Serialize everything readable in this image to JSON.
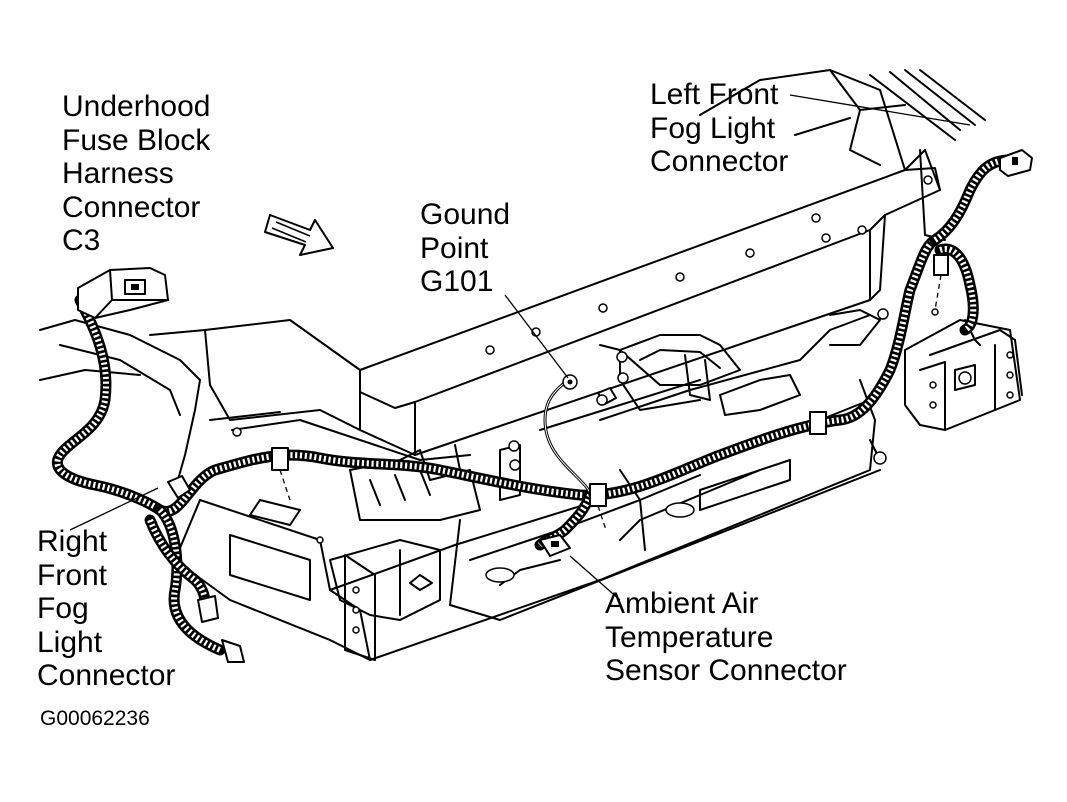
{
  "labels": {
    "underhood_fuse_block": [
      "Underhood",
      "Fuse Block",
      "Harness",
      "Connector",
      "C3"
    ],
    "left_front_fog": [
      "Left Front",
      "Fog Light",
      "Connector"
    ],
    "ground_point": [
      "Gound",
      "Point",
      "G101"
    ],
    "right_front_fog": [
      "Right",
      "Front",
      "Fog",
      "Light",
      "Connector"
    ],
    "ambient_air": [
      "Ambient Air",
      "Temperature",
      "Sensor Connector"
    ]
  },
  "figure_code": "G00062236",
  "icons": {
    "direction_arrow": "arrow-forward-icon"
  }
}
